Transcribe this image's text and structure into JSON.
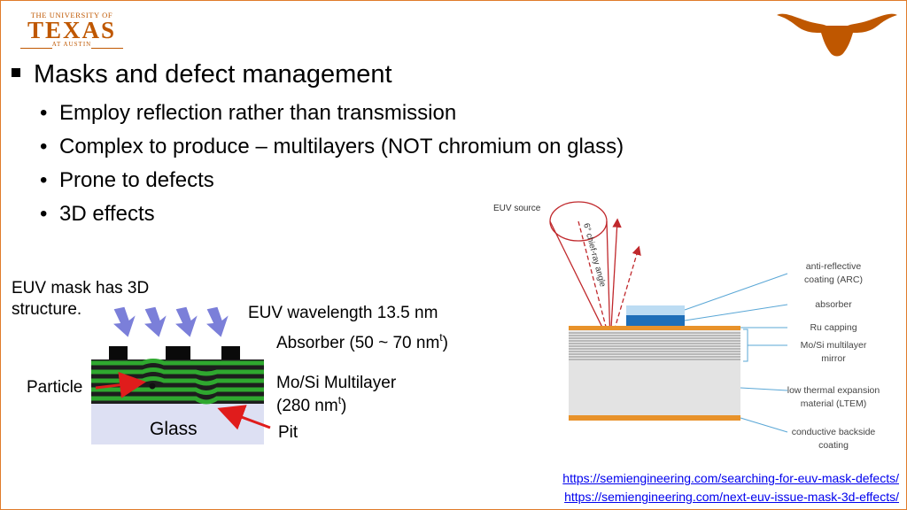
{
  "logo": {
    "line1": "THE UNIVERSITY OF",
    "line2": "TEXAS",
    "line3": "AT AUSTIN"
  },
  "main_bullet": "Masks and defect management",
  "sub_bullets": [
    "Employ reflection rather than transmission",
    "Complex to produce – multilayers (NOT chromium on glass)",
    "Prone to defects",
    "3D effects"
  ],
  "left_figure": {
    "title_line1": "EUV mask has 3D",
    "title_line2": "structure.",
    "wavelength": "EUV wavelength 13.5 nm",
    "absorber_label": "Absorber (50 ~ 70 nm",
    "absorber_sup": "t",
    "absorber_close": ")",
    "multilayer_line1": "Mo/Si Multilayer",
    "multilayer_line2": "(280 nm",
    "multilayer_sup": "t",
    "multilayer_close": ")",
    "particle_label": "Particle",
    "glass_label": "Glass",
    "pit_label": "Pit",
    "colors": {
      "arrow": "#7b7fd9",
      "green": "#2fa82f",
      "glass": "#dde0f3",
      "red": "#e01c1c"
    }
  },
  "right_figure": {
    "euv_source": "EUV source",
    "angle_label": "6° chief-ray angle",
    "labels": {
      "arc_line1": "anti-reflective",
      "arc_line2": "coating (ARC)",
      "absorber": "absorber",
      "ru_capping": "Ru capping",
      "mosi_line1": "Mo/Si multilayer",
      "mosi_line2": "mirror",
      "ltem_line1": "low thermal expansion",
      "ltem_line2": "material (LTEM)",
      "backside_line1": "conductive backside",
      "backside_line2": "coating"
    },
    "colors": {
      "orange": "#e8922a",
      "blue": "#1f6fb8",
      "lightblue": "#bcdcf3",
      "gray": "#e3e3e3",
      "line": "#5aa7d6",
      "ray": "#c0282c"
    }
  },
  "links": [
    "https://semiengineering.com/searching-for-euv-mask-defects/",
    "https://semiengineering.com/next-euv-issue-mask-3d-effects/"
  ]
}
